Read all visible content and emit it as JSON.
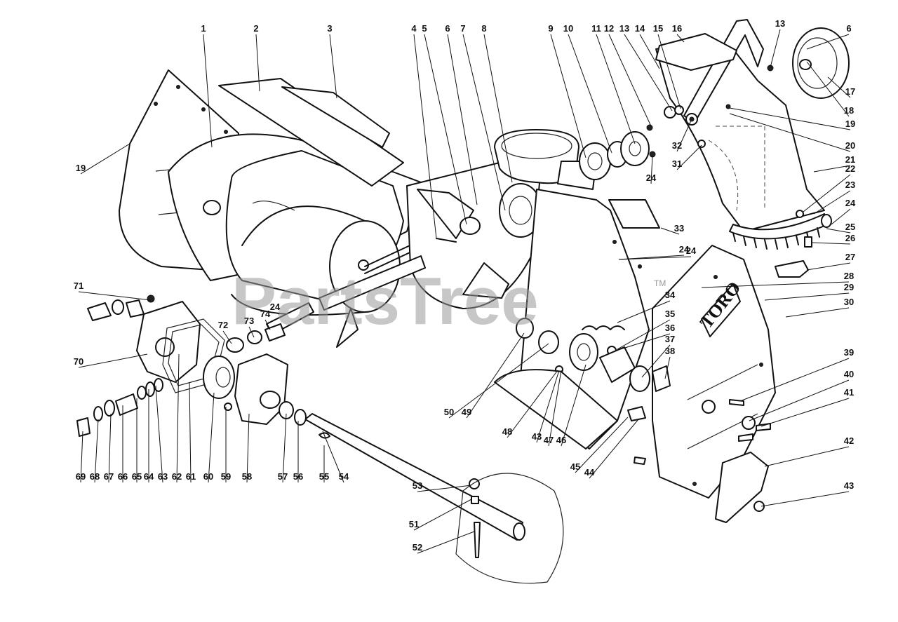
{
  "watermark": {
    "text": "PartsTree",
    "trademark": "TM"
  },
  "brand_plate": {
    "text": "TORO"
  },
  "callouts": [
    "1",
    "2",
    "3",
    "4",
    "5",
    "6",
    "7",
    "8",
    "9",
    "10",
    "11",
    "12",
    "13",
    "14",
    "15",
    "16",
    "13",
    "6",
    "17",
    "18",
    "19",
    "20",
    "21",
    "22",
    "23",
    "24",
    "25",
    "26",
    "27",
    "28",
    "29",
    "30",
    "31",
    "32",
    "24",
    "33",
    "24",
    "34",
    "35",
    "36",
    "37",
    "38",
    "39",
    "40",
    "41",
    "42",
    "43",
    "44",
    "45",
    "46",
    "47",
    "43",
    "48",
    "49",
    "50",
    "51",
    "52",
    "53",
    "54",
    "55",
    "56",
    "57",
    "58",
    "59",
    "60",
    "61",
    "62",
    "63",
    "64",
    "65",
    "66",
    "67",
    "68",
    "69",
    "70",
    "71",
    "72",
    "73",
    "74",
    "24",
    "19",
    "24"
  ]
}
